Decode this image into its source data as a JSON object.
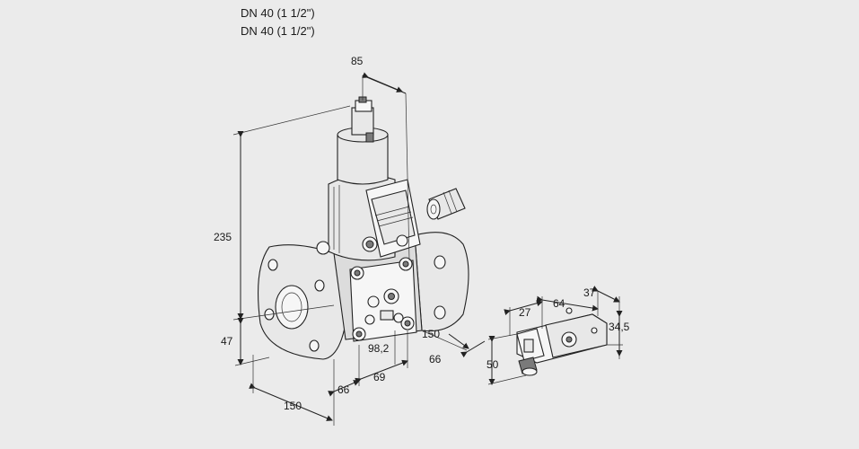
{
  "header": {
    "line1": "DN 40 (1 1/2\")",
    "line2": "DN 40 (1 1/2\")"
  },
  "dimensions": {
    "top_width": "85",
    "height_total": "235",
    "height_lower": "47",
    "flange_width": "150",
    "depth_left": "66",
    "offset_a": "69",
    "offset_b": "98,2",
    "right_150": "150",
    "right_66": "66",
    "module_27": "27",
    "module_64": "64",
    "module_37": "37",
    "module_345": "34,5",
    "module_50": "50"
  }
}
